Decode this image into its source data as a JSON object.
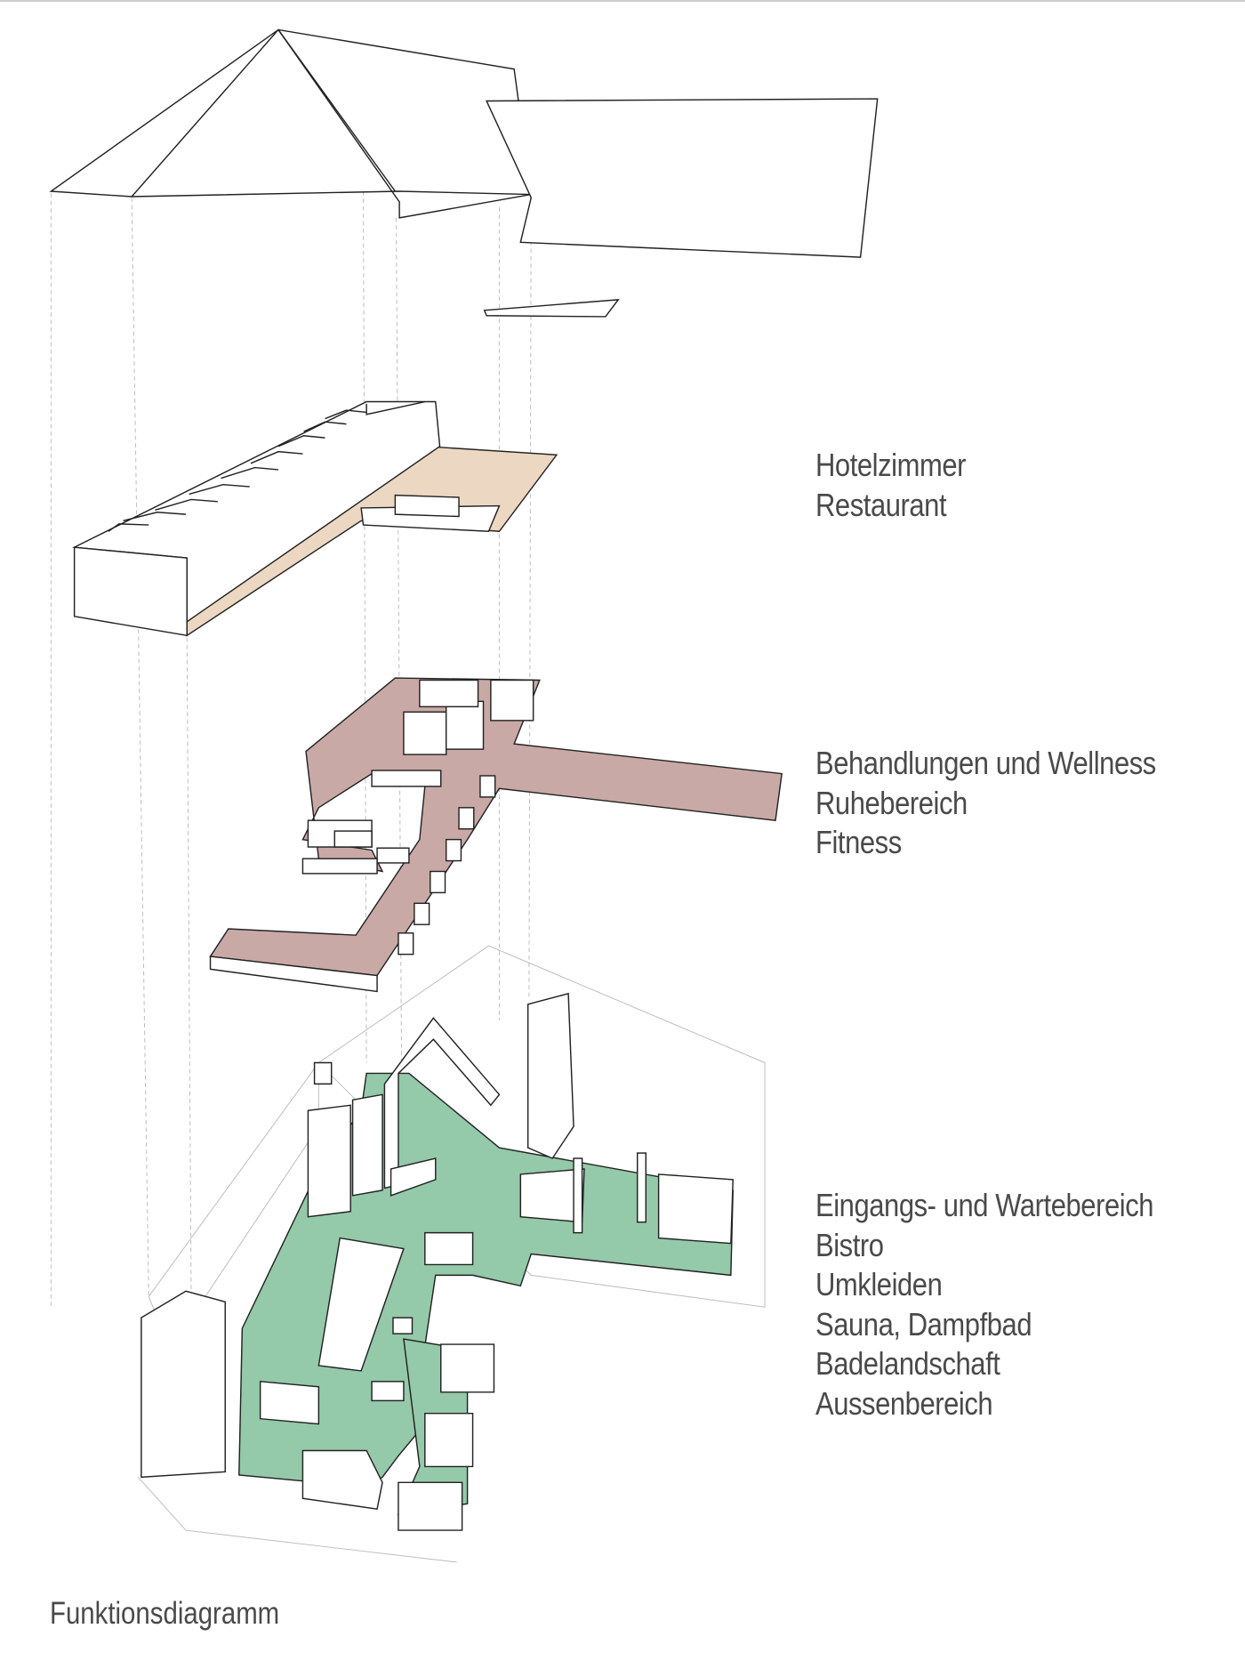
{
  "diagram": {
    "caption": "Funktionsdiagramm",
    "colors": {
      "hotel_floor": "#ecd8c2",
      "wellness_floor": "#c9a9a5",
      "ground_floor": "#94c9a9",
      "line": "#222222"
    },
    "levels": [
      {
        "name": "hotel",
        "labels": [
          "Hotelzimmer",
          "Restaurant"
        ]
      },
      {
        "name": "wellness",
        "labels": [
          "Behandlungen und Wellness",
          "Ruhebereich",
          "Fitness"
        ]
      },
      {
        "name": "ground",
        "labels": [
          "Eingangs- und Wartebereich",
          "Bistro",
          "Umkleiden",
          "Sauna, Dampfbad",
          "Badelandschaft",
          "Aussenbereich"
        ]
      }
    ]
  }
}
